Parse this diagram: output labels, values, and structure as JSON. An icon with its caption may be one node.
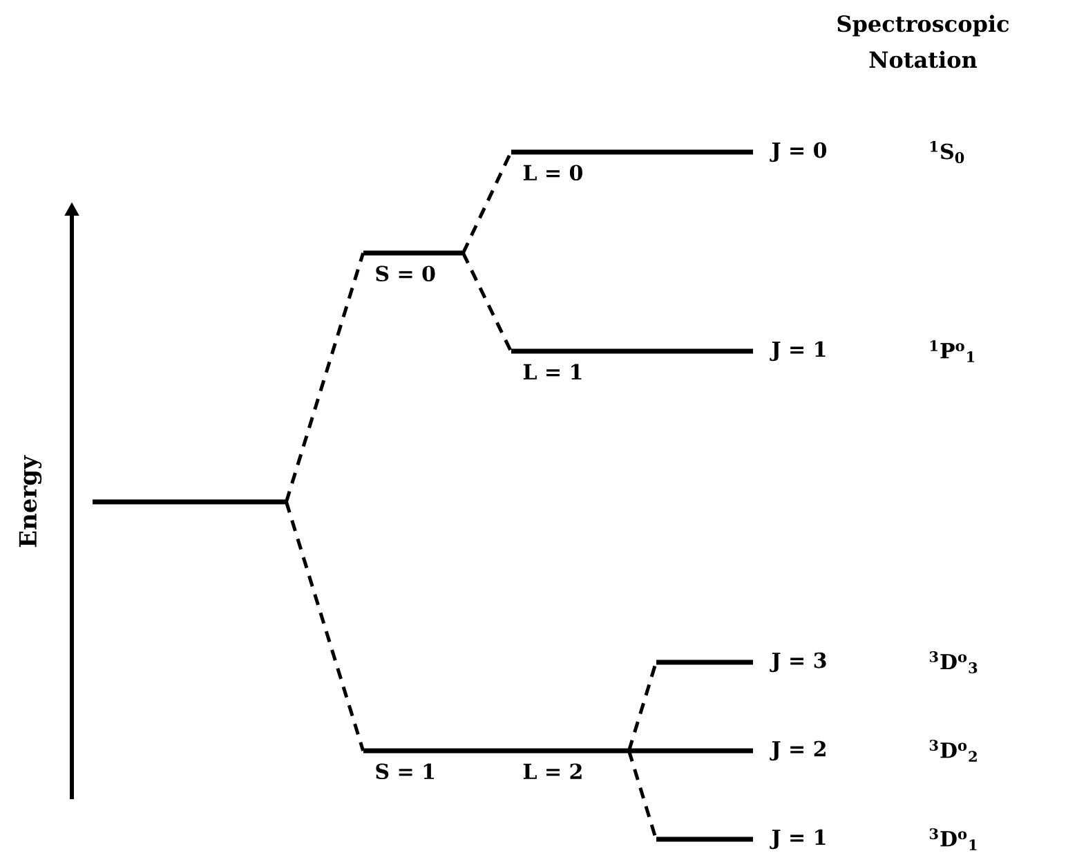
{
  "diagram": {
    "nodes": [
      {
        "text": [],
        "shape": "bar"
      },
      {
        "text": [
          "S = 0"
        ]
      },
      {
        "text": [
          "S = 1"
        ]
      },
      {
        "text": [
          "L = 0"
        ],
        "beside": [
          "J = 0"
        ]
      },
      {
        "text": [
          "L = 1"
        ],
        "beside": [
          "J = 1"
        ]
      },
      {
        "text": [
          "L = 2"
        ]
      },
      {
        "text": [],
        "shape": "bar",
        "beside": [
          "J = 3"
        ]
      },
      {
        "text": [],
        "shape": "bar",
        "beside": [
          "J = 2"
        ]
      },
      {
        "text": [],
        "shape": "bar",
        "beside": [
          "J = 1"
        ]
      }
    ],
    "edges": [
      {
        "from": 0,
        "to": 1,
        "arrow": "none",
        "style": "dashed"
      },
      {
        "from": 0,
        "to": 2,
        "arrow": "none",
        "style": "dashed"
      },
      {
        "from": 1,
        "to": 3,
        "arrow": "none",
        "style": "dashed"
      },
      {
        "from": 1,
        "to": 4,
        "arrow": "none",
        "style": "dashed"
      },
      {
        "from": 5,
        "to": 6,
        "arrow": "none",
        "style": "dashed"
      },
      {
        "from": 5,
        "to": 8,
        "arrow": "none",
        "style": "dashed"
      }
    ],
    "labels": [
      "Spectroscopic Notation",
      "$^{1}$S$_{0}$",
      "$^{1}$P$^{o}$$_{1}$",
      "Energy",
      "$^{3}$D$^{o}$$_{3}$",
      "$^{3}$D$^{o}$$_{2}$",
      "$^{3}$D$^{o}$$_{1}$"
    ]
  }
}
